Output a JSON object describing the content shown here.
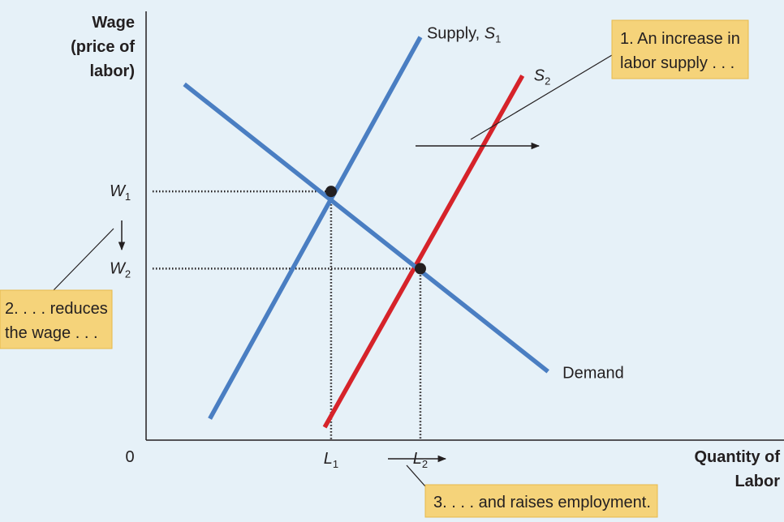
{
  "chart_data": {
    "type": "line",
    "title": "",
    "xlabel": "Quantity of Labor",
    "ylabel": "Wage (price of labor)",
    "ylabel_lines": [
      "Wage",
      "(price of",
      "labor)"
    ],
    "xlabel_lines": [
      "Quantity of",
      "Labor"
    ],
    "origin_label": "0",
    "grid": false,
    "series": [
      {
        "name": "Supply, S1",
        "label_main": "Supply, ",
        "label_var": "S",
        "label_sub": "1",
        "color": "#4a7ec2",
        "points": [
          [
            0.1,
            0.05
          ],
          [
            0.43,
            0.94
          ]
        ]
      },
      {
        "name": "S2",
        "label_main": "",
        "label_var": "S",
        "label_sub": "2",
        "color": "#d6232a",
        "points": [
          [
            0.28,
            0.03
          ],
          [
            0.59,
            0.85
          ]
        ]
      },
      {
        "name": "Demand",
        "label_main": "Demand",
        "label_var": "",
        "label_sub": "",
        "color": "#4a7ec2",
        "points": [
          [
            0.06,
            0.83
          ],
          [
            0.63,
            0.16
          ]
        ]
      }
    ],
    "equilibria": [
      {
        "x": 0.29,
        "y": 0.58,
        "xlabel_var": "L",
        "xlabel_sub": "1",
        "ylabel_var": "W",
        "ylabel_sub": "1"
      },
      {
        "x": 0.43,
        "y": 0.4,
        "xlabel_var": "L",
        "xlabel_sub": "2",
        "ylabel_var": "W",
        "ylabel_sub": "2"
      }
    ],
    "annotations": [
      {
        "id": "supply",
        "lines": [
          "1. An increase in",
          "labor supply . . ."
        ]
      },
      {
        "id": "wage",
        "lines": [
          "2. . . . reduces",
          "the wage . . ."
        ]
      },
      {
        "id": "employment",
        "lines": [
          "3. . . . and raises employment."
        ]
      }
    ],
    "colors": {
      "background": "#e6f1f8",
      "callout": "#f5d37a",
      "callout_border": "#e6b94a",
      "axis": "#231f20"
    }
  }
}
